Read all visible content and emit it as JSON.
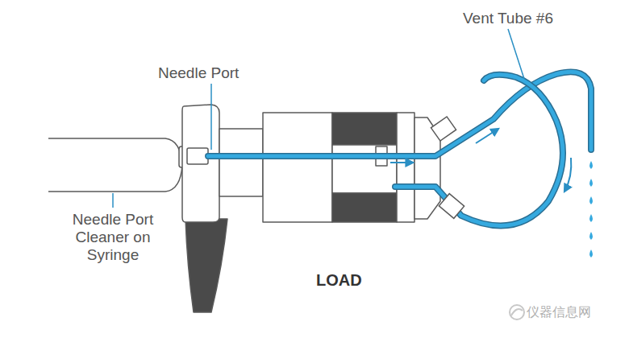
{
  "diagram": {
    "labels": [
      "Vent Tube #6",
      "Needle Port",
      "Needle Port Cleaner on Syringe",
      "LOAD",
      "仪器信息网"
    ]
  }
}
